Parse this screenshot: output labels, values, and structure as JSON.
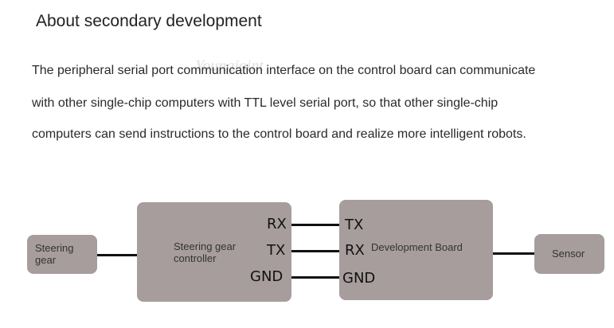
{
  "heading": "About secondary development",
  "paragraph": {
    "line1": "The peripheral serial port communication interface on the control board can communicate",
    "line2": "with other single-chip computers with TTL level serial port, so that other single-chip",
    "line3": "computers can send instructions to the control board and realize more intelligent robots."
  },
  "watermark": "Youngjoint",
  "diagram": {
    "steering_gear": {
      "line1": "Steering",
      "line2": "gear"
    },
    "controller": {
      "line1": "Steering gear",
      "line2": "controller",
      "pins": [
        "RX",
        "TX",
        "GND"
      ]
    },
    "dev_board": {
      "label": "Development Board",
      "pins": [
        "TX",
        "RX",
        "GND"
      ]
    },
    "sensor": {
      "label": "Sensor"
    }
  },
  "colors": {
    "box": "#a79d9d",
    "wire": "#111111"
  }
}
